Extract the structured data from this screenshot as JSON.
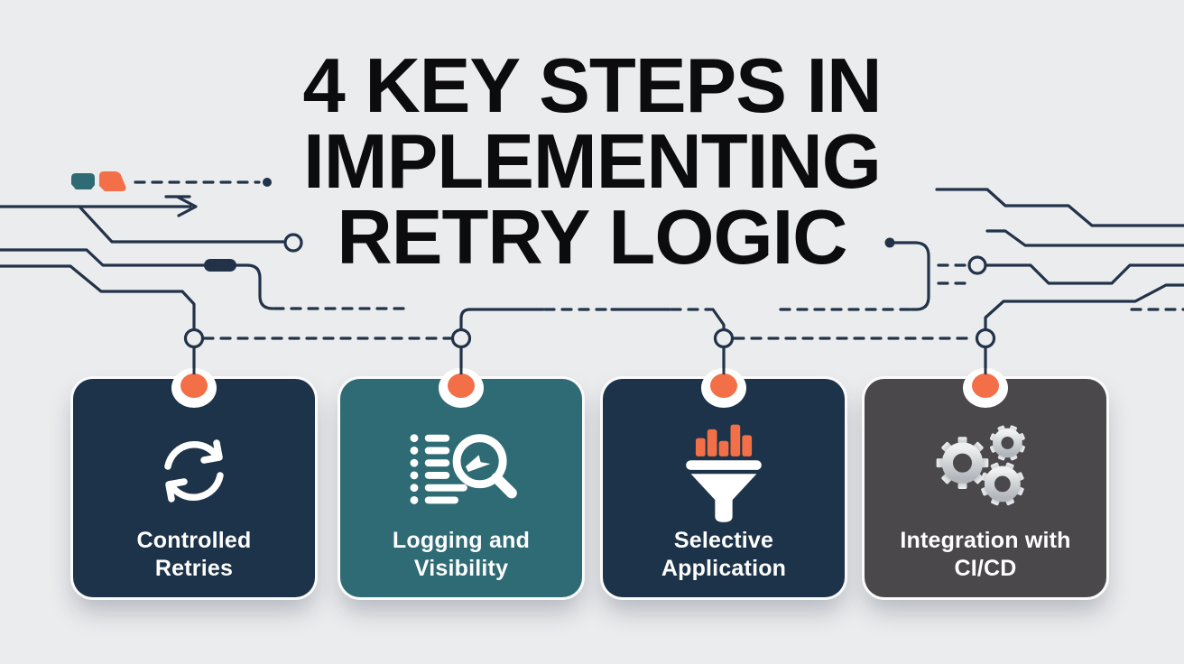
{
  "title": {
    "line1": "4 KEY STEPS IN",
    "line2": "IMPLEMENTING",
    "line3": "RETRY LOGIC"
  },
  "steps": [
    {
      "name": "Controlled Retries",
      "label_top": "Controlled",
      "label_bottom": "Retries",
      "icon": "sync-arrows-icon",
      "bg_color": "#1d3349"
    },
    {
      "name": "Logging and Visibility",
      "label_top": "Logging and",
      "label_bottom": "Visibility",
      "icon": "log-search-icon",
      "bg_color": "#2e6b74"
    },
    {
      "name": "Selective Application",
      "label_top": "Selective",
      "label_bottom": "Application",
      "icon": "funnel-filter-icon",
      "bg_color": "#1d3349"
    },
    {
      "name": "Integration with CI/CD",
      "label_top": "Integration with",
      "label_bottom": "CI/CD",
      "icon": "gears-icon",
      "bg_color": "#4a484a"
    }
  ],
  "colors": {
    "background": "#ebecee",
    "circuit_line": "#223349",
    "accent_orange": "#f26f47",
    "accent_teal": "#2e6b74",
    "card_navy": "#1d3349",
    "card_gray": "#4a484a",
    "card_text": "#ffffff",
    "title_text": "#0c0c0e",
    "gear_silver": "#c9ccd0"
  }
}
